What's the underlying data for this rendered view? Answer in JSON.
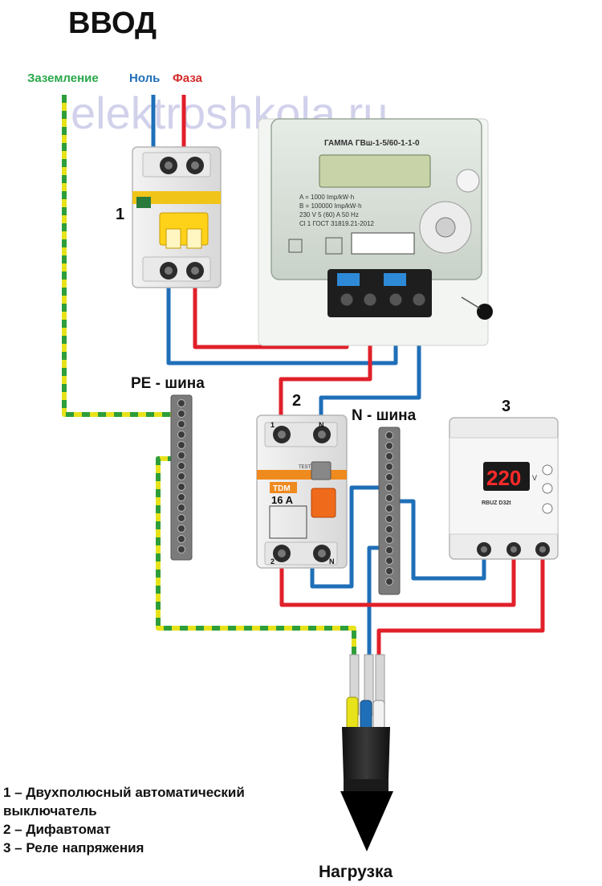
{
  "header": {
    "title": "ВВОД"
  },
  "watermark": "elektroshkola.ru",
  "wire_labels": {
    "ground": "Заземление",
    "neutral": "Ноль",
    "phase": "Фаза"
  },
  "labels": {
    "num1": "1",
    "num2": "2",
    "num3": "3",
    "pe_bus": "PE - шина",
    "n_bus": "N - шина",
    "load": "Нагрузка"
  },
  "meter": {
    "brand": "ГАММА ГВш-1-5/60-1-1-0",
    "line1": "A = 1000 Imp/kW·h",
    "line2": "B = 100000 Imp/kW·h",
    "line3": "230 V    5 (60) A    50 Hz",
    "line4": "Cl 1    ГОСТ 31819.21-2012"
  },
  "rcbo": {
    "brand": "TDM",
    "rating": "16 A",
    "test": "TEST",
    "term_top_1": "1",
    "term_top_n": "N",
    "term_bottom_2": "2",
    "term_bottom_n": "N"
  },
  "relay": {
    "display": "220",
    "unit": "V",
    "model": "RBUZ D32t"
  },
  "legend": {
    "item1": "1 – Двухполюсный автоматический выключатель",
    "item2": "2 – Дифавтомат",
    "item3": "3 – Реле напряжения"
  },
  "colors": {
    "phase": "#e0202a",
    "neutral": "#1f6fb8",
    "ground_yellow": "#e8e21a",
    "ground_green": "#2e9e3a",
    "label_ground": "#2aa84a",
    "label_neutral": "#1f6fb8",
    "label_phase": "#d42a2a",
    "watermark": "#c9c9e8"
  }
}
